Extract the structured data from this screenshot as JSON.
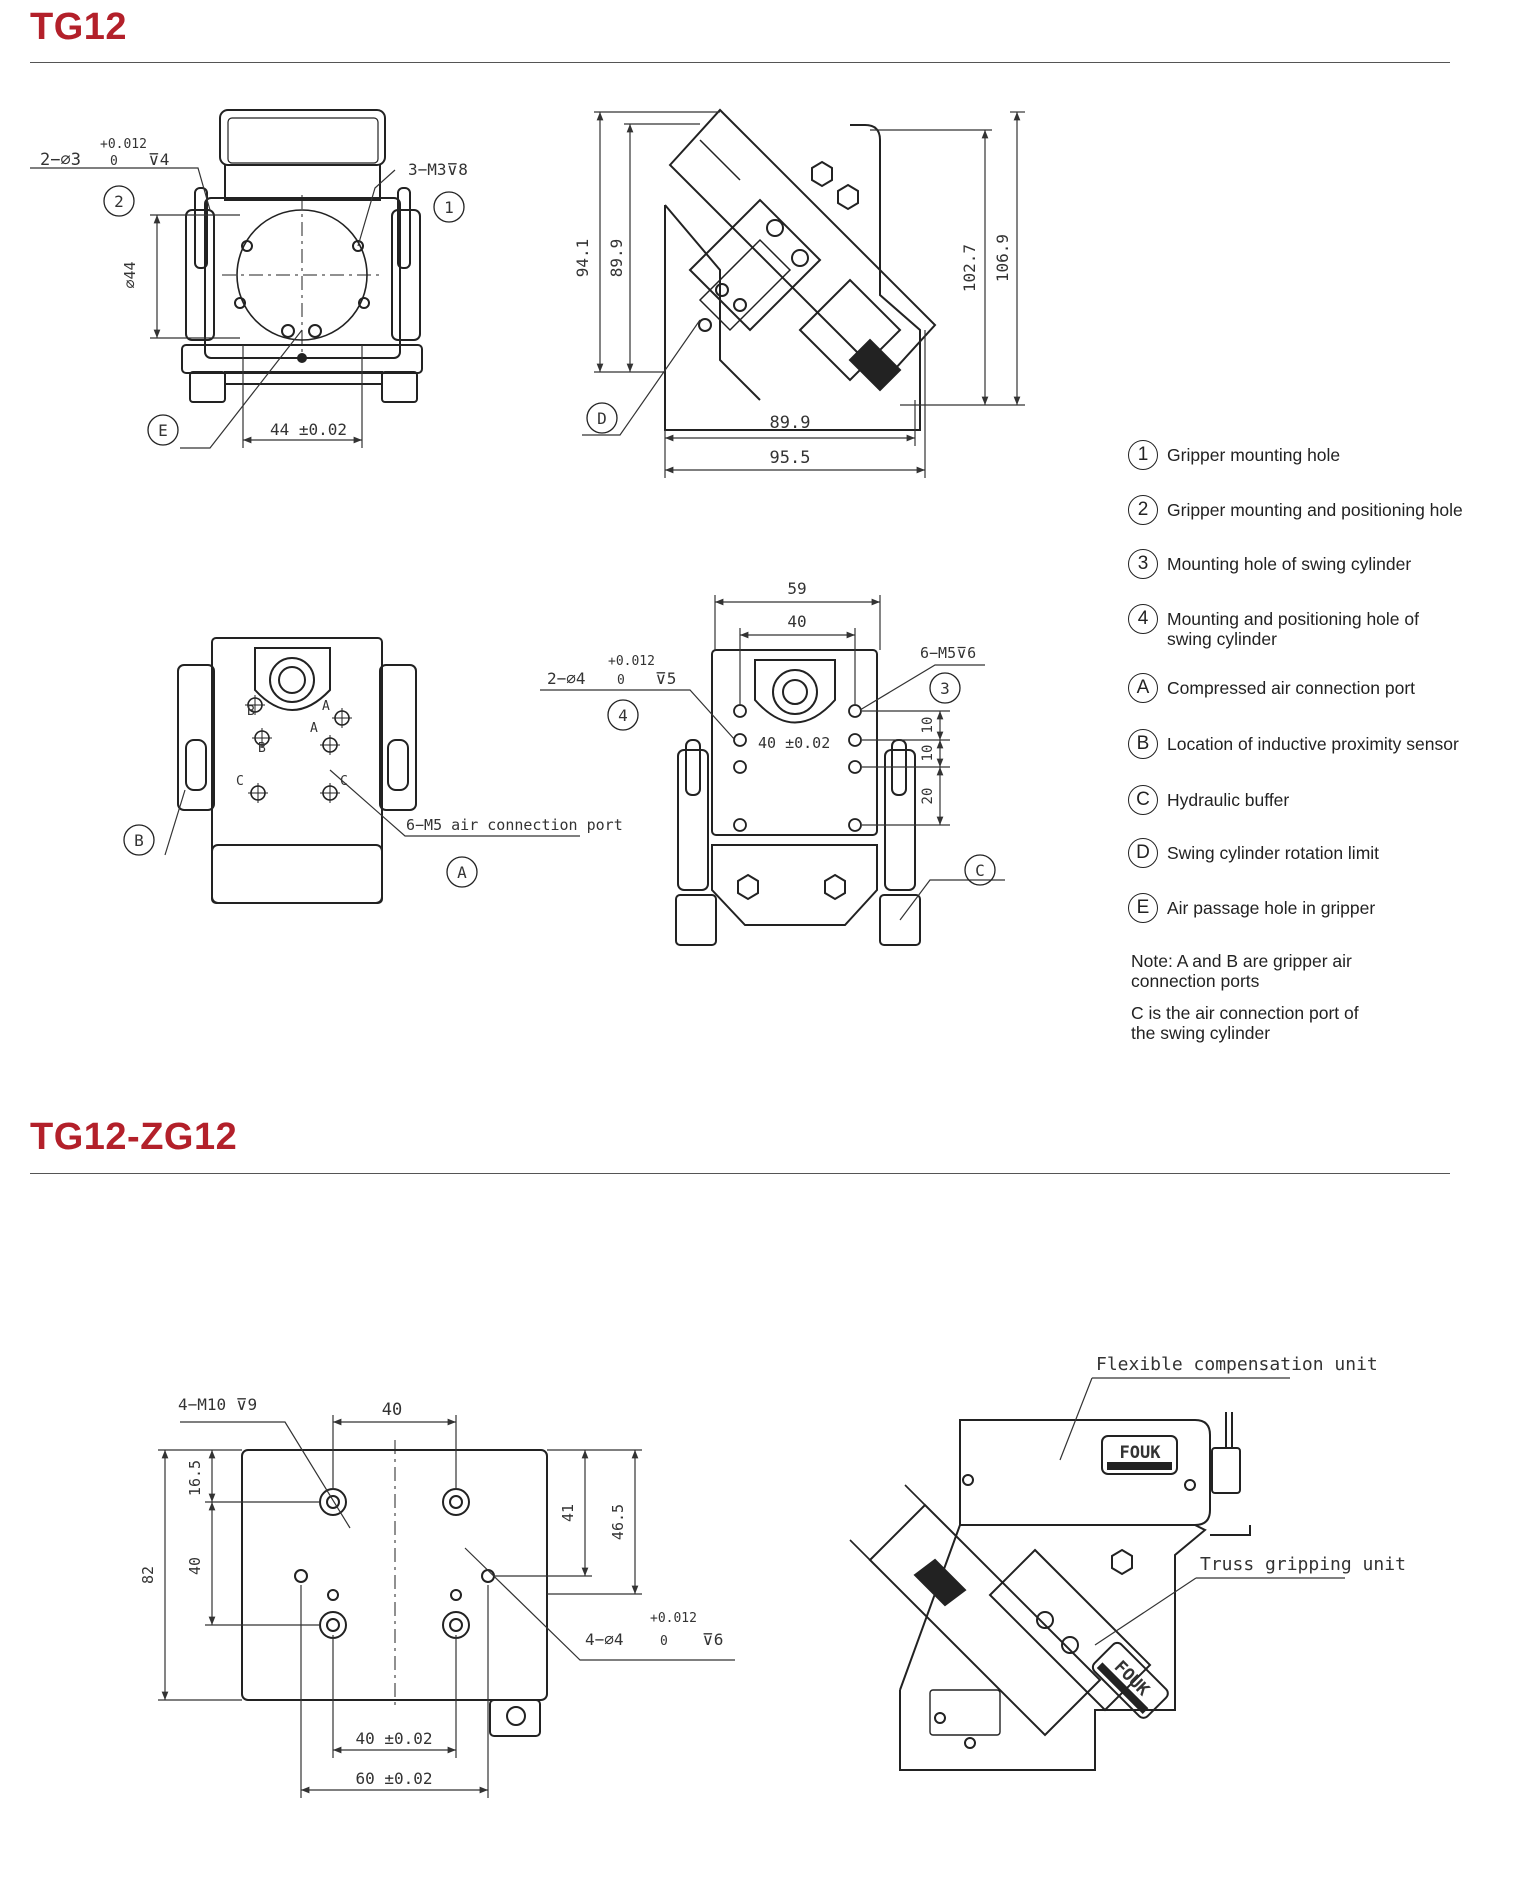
{
  "sections": [
    {
      "title": "TG12"
    },
    {
      "title": "TG12-ZG12"
    }
  ],
  "legend": [
    {
      "symbol": "1",
      "text": "Gripper mounting hole"
    },
    {
      "symbol": "2",
      "text": "Gripper mounting and positioning hole"
    },
    {
      "symbol": "3",
      "text": "Mounting hole of swing cylinder"
    },
    {
      "symbol": "4",
      "text": "Mounting and positioning hole of swing cylinder"
    },
    {
      "symbol": "A",
      "text": "Compressed air connection port"
    },
    {
      "symbol": "B",
      "text": "Location of inductive proximity sensor"
    },
    {
      "symbol": "C",
      "text": "Hydraulic buffer"
    },
    {
      "symbol": "D",
      "text": "Swing cylinder rotation limit"
    },
    {
      "symbol": "E",
      "text": "Air passage hole in gripper"
    }
  ],
  "notes": [
    "Note: A and B are gripper air connection ports",
    "C is the air connection port of the swing cylinder"
  ],
  "dims": {
    "tol_plus": "+0.012",
    "tol_zero": "0",
    "hole_2phi3": "2−∅3",
    "depth_4": "⊽4",
    "m3": "3−M3⊽8",
    "phi44": "∅44",
    "d44": "44 ±0.02",
    "d94_1": "94.1",
    "d89_9v": "89.9",
    "d102_7": "102.7",
    "d106_9": "106.9",
    "d89_9h": "89.9",
    "d95_5": "95.5",
    "d59": "59",
    "d40": "40",
    "m5_6": "6−M5⊽6",
    "hole_2phi4": "2−∅4",
    "depth_5": "⊽5",
    "d40_002": "40 ±0.02",
    "d10a": "10",
    "d10b": "10",
    "d20": "20",
    "m5_air": "6−M5 air connection port",
    "m10": "4−M10 ⊽9",
    "z40": "40",
    "z16_5": "16.5",
    "z40v": "40",
    "z82": "82",
    "z41": "41",
    "z46_5": "46.5",
    "hole_4phi4": "4−∅4",
    "depth_6": "⊽6",
    "z40_002": "40 ±0.02",
    "z60_002": "60 ±0.02"
  },
  "callouts": {
    "flex": "Flexible compensation unit",
    "truss": "Truss gripping unit",
    "brand": "FOUK"
  },
  "markers": {
    "A": "A",
    "B": "B",
    "C": "C",
    "D": "D",
    "E": "E",
    "n1": "1",
    "n2": "2",
    "n3": "3",
    "n4": "4"
  }
}
